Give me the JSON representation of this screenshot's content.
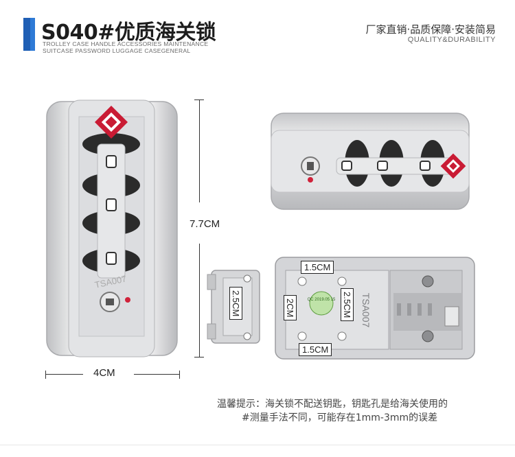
{
  "header": {
    "title": "S040#优质海关锁",
    "subtitle_line1": "TROLLEY CASE HANDLE ACCESSORIES MAINTENANCE",
    "subtitle_line2": "SUITCASE PASSWORD  LUGGAGE CASEGENERAL",
    "slogan": "厂家直销·品质保障·安装简易",
    "slogan_en": "QUALITY&DURABILITY"
  },
  "dimensions": {
    "height": "7.7CM",
    "width": "4CM",
    "hole_horizontal_top": "1.5CM",
    "hole_horizontal_bottom": "1.5CM",
    "hole_vertical_right": "2.5CM",
    "hole_vertical_left": "2CM",
    "plate_vertical": "2.5CM"
  },
  "lock_labels": {
    "tsa_text": "TSA007",
    "qc_sticker": "QC 2019.05 15"
  },
  "note": {
    "line1": "温馨提示：海关锁不配送钥匙，钥匙孔是给海关使用的",
    "line2": "#测量手法不同，可能存在1mm-3mm的误差"
  },
  "colors": {
    "brand_blue": "#1f5fb5",
    "tsa_red": "#d0223a",
    "silver": "#d8d9dc"
  }
}
